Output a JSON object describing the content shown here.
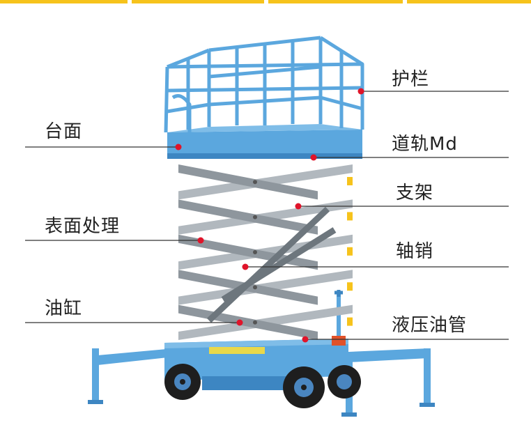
{
  "labels": {
    "guardrail": "护栏",
    "platform": "台面",
    "rail": "道轨Md",
    "bracket": "支架",
    "surface": "表面处理",
    "pin": "轴销",
    "cylinder": "油缸",
    "hose": "液压油管"
  },
  "colors": {
    "frame_blue": "#5ba7de",
    "frame_dark": "#3d86c2",
    "scissor_gray": "#8e969d",
    "scissor_light": "#b1b8be",
    "accent_yellow": "#f6c31c",
    "marker_red": "#e0142a",
    "tire": "#1e1e1e"
  }
}
